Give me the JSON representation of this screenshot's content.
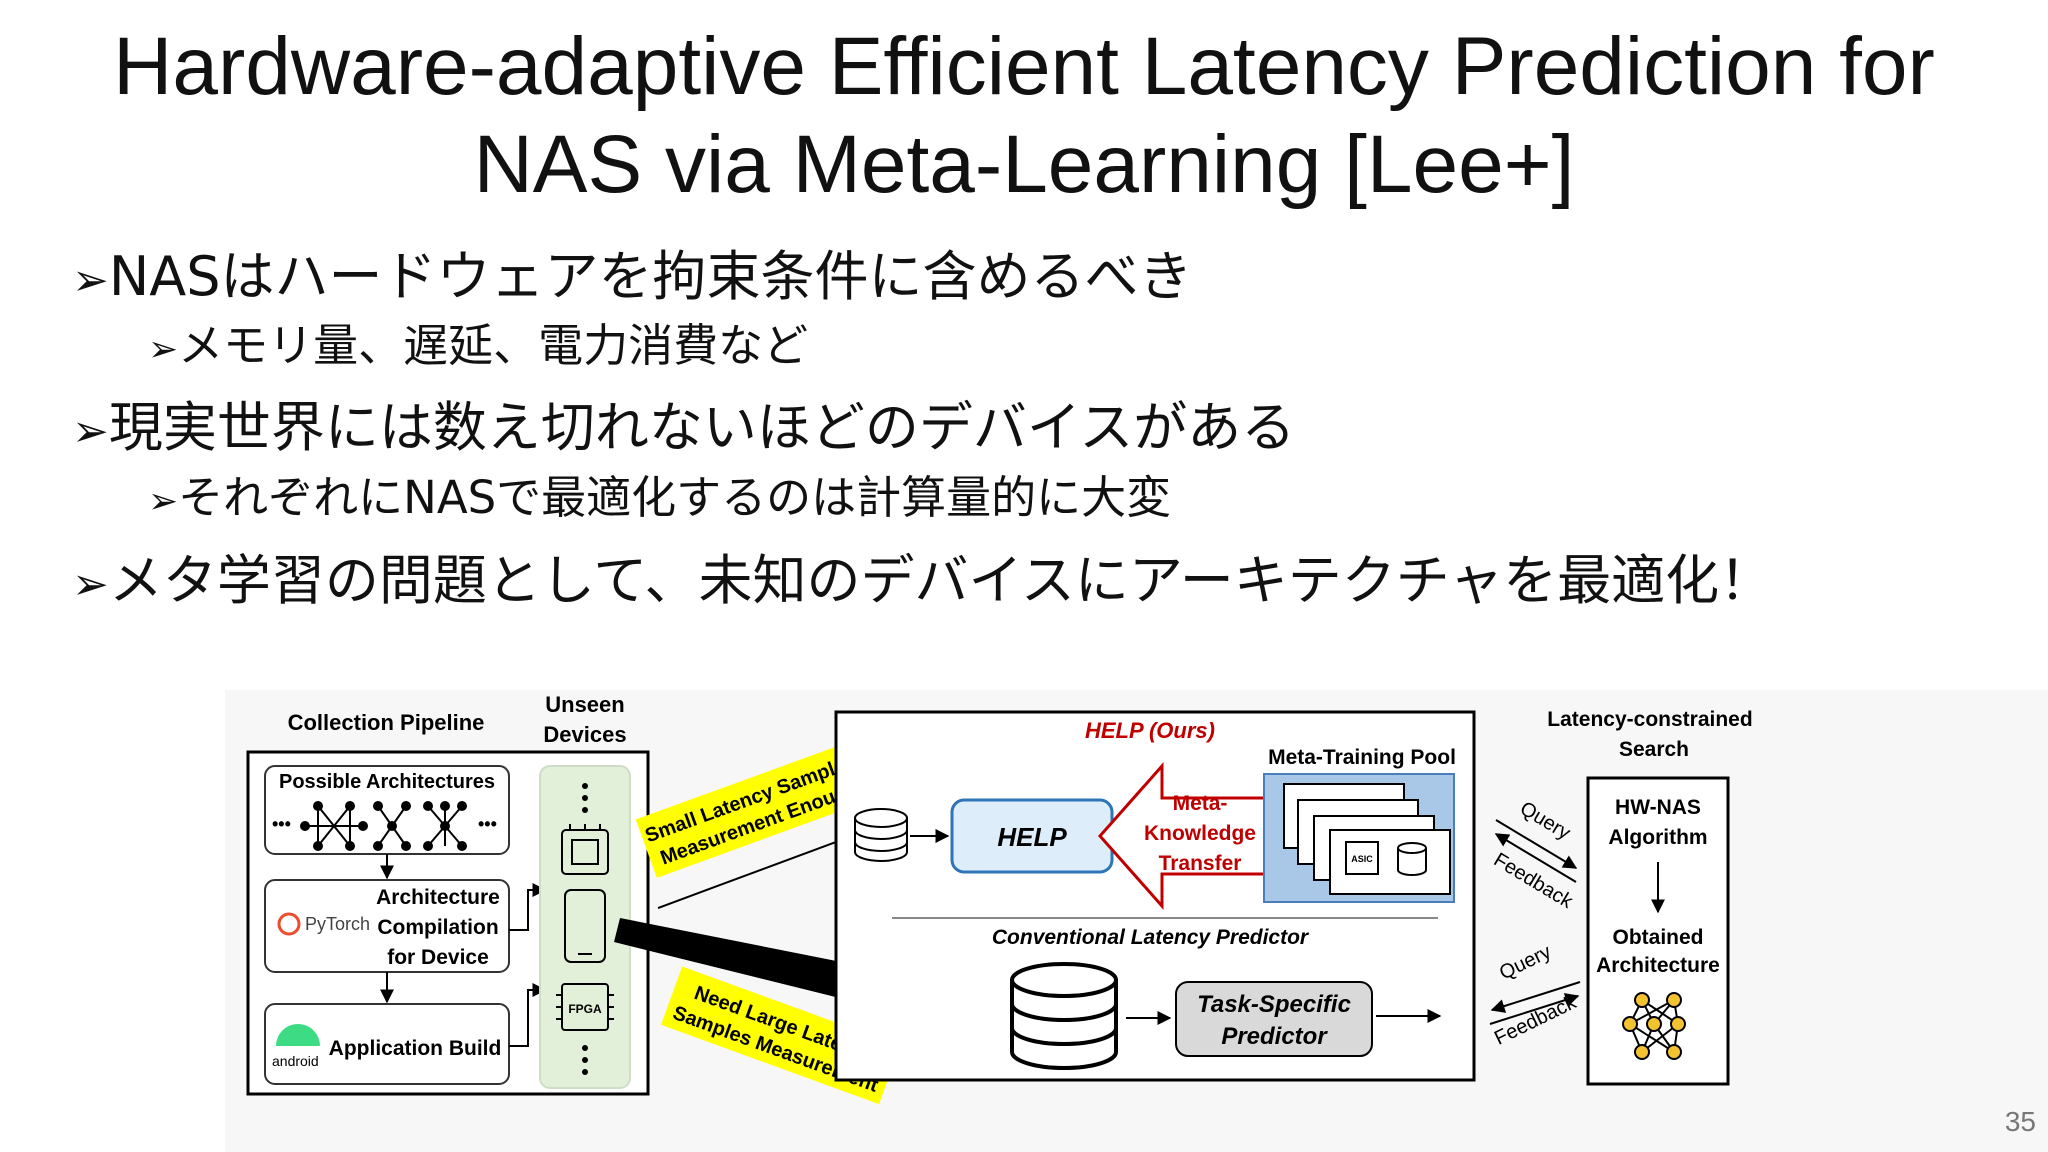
{
  "title": {
    "line1": "Hardware-adaptive Efficient Latency Prediction for",
    "line2": "NAS via Meta-Learning [Lee+]"
  },
  "bullets": [
    {
      "level": 1,
      "text": "NASはハードウェアを拘束条件に含めるべき"
    },
    {
      "level": 2,
      "text": "メモリ量、遅延、電力消費など"
    },
    {
      "level": 1,
      "text": "現実世界には数え切れないほどのデバイスがある"
    },
    {
      "level": 2,
      "text": "それぞれにNASで最適化するのは計算量的に大変"
    },
    {
      "level": 1,
      "text": "メタ学習の問題として、未知のデバイスにアーキテクチャを最適化！"
    }
  ],
  "bullet_glyph": "➢",
  "page_number": "35",
  "diagram": {
    "collection_pipeline": "Collection Pipeline",
    "unseen_devices_1": "Unseen",
    "unseen_devices_2": "Devices",
    "possible_architectures": "Possible Architectures",
    "ellipsis": "•••",
    "pytorch": "PyTorch",
    "arch_compile_1": "Architecture",
    "arch_compile_2": "Compilation",
    "arch_compile_3": "for Device",
    "android": "android",
    "app_build": "Application Build",
    "fpga": "FPGA",
    "asic": "ASIC",
    "small_latency_1": "Small Latency Samples",
    "small_latency_2": "Measurement Enough",
    "need_large_1": "Need Large Latency",
    "need_large_2": "Samples Measurement",
    "help_ours": "HELP (Ours)",
    "meta_training_pool": "Meta-Training Pool",
    "help": "HELP",
    "meta_knowledge_1": "Meta-",
    "meta_knowledge_2": "Knowledge",
    "meta_knowledge_3": "Transfer",
    "conventional": "Conventional Latency Predictor",
    "task_specific_1": "Task-Specific",
    "task_specific_2": "Predictor",
    "latency_search_1": "Latency-constrained",
    "latency_search_2": "Search",
    "query": "Query",
    "feedback": "Feedback",
    "hwnas_1": "HW-NAS",
    "hwnas_2": "Algorithm",
    "obtained_1": "Obtained",
    "obtained_2": "Architecture"
  },
  "colors": {
    "highlight_yellow": "#ffff00",
    "help_red": "#c00000",
    "help_box": "#ddeefa",
    "pool_blue": "#a9c8e8",
    "device_green": "#e2efd9",
    "node_yellow": "#f2c230"
  }
}
